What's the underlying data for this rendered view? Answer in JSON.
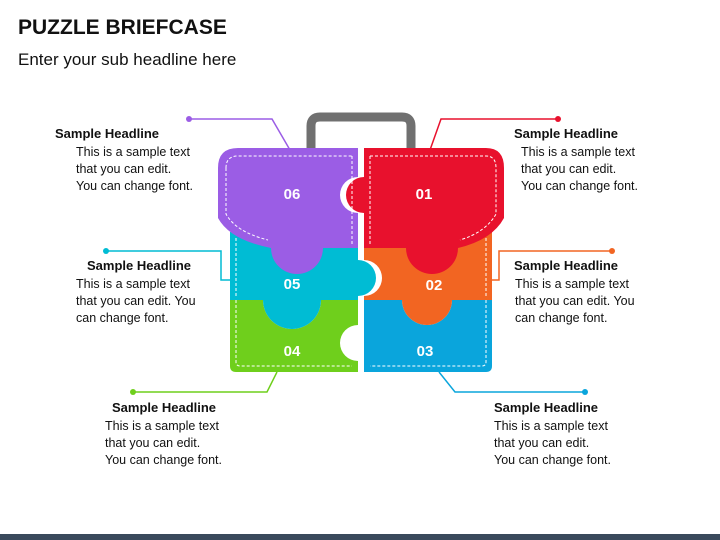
{
  "slide": {
    "title": "PUZZLE BRIEFCASE",
    "subtitle": "Enter your sub headline here"
  },
  "pieces": [
    {
      "label": "01",
      "color": "#e8112d"
    },
    {
      "label": "02",
      "color": "#f26522"
    },
    {
      "label": "03",
      "color": "#0aa5dc"
    },
    {
      "label": "04",
      "color": "#6fcf1c"
    },
    {
      "label": "05",
      "color": "#00bcd4"
    },
    {
      "label": "06",
      "color": "#9b5de5"
    }
  ],
  "handle_color": "#707070",
  "callouts": [
    {
      "head": "Sample Headline",
      "body": "This is a sample text\nthat you can edit.\nYou can change font."
    },
    {
      "head": "Sample Headline",
      "body": "This is a sample text\nthat you can edit. You\ncan change font."
    },
    {
      "head": "Sample Headline",
      "body": "This is a sample text\nthat you can edit.\nYou can change font."
    },
    {
      "head": "Sample Headline",
      "body": "This is a sample text\nthat you can edit.\nYou can change font."
    },
    {
      "head": "Sample Headline",
      "body": "This is a sample text\nthat you can edit. You\ncan change font."
    },
    {
      "head": "Sample Headline",
      "body": "This is a sample text\nthat you can edit.\nYou can change font."
    }
  ]
}
